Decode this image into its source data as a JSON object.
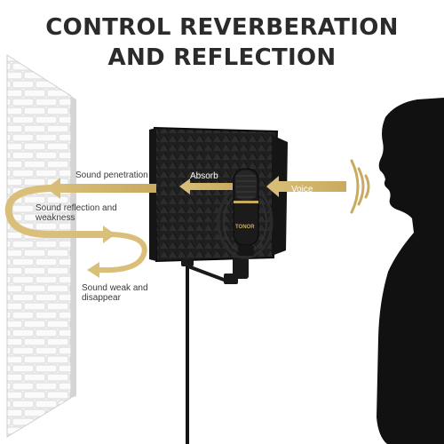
{
  "headline": {
    "line1": "CONTROL REVERBERATION",
    "line2": "AND REFLECTION"
  },
  "labels": {
    "sound_penetration": "Sound penetration",
    "sound_reflection_1": "Sound reflection and",
    "sound_reflection_2": "weakness",
    "sound_weak_1": "Sound weak and",
    "sound_weak_2": "disappear",
    "absorb": "Absorb",
    "voice": "Voice"
  },
  "brand_mark": "TONOR",
  "colors": {
    "arrow_gold": "#d9bf7a",
    "headline_text": "#2b2b2b",
    "foam": "#1c1c1c",
    "silhouette": "#111111"
  }
}
